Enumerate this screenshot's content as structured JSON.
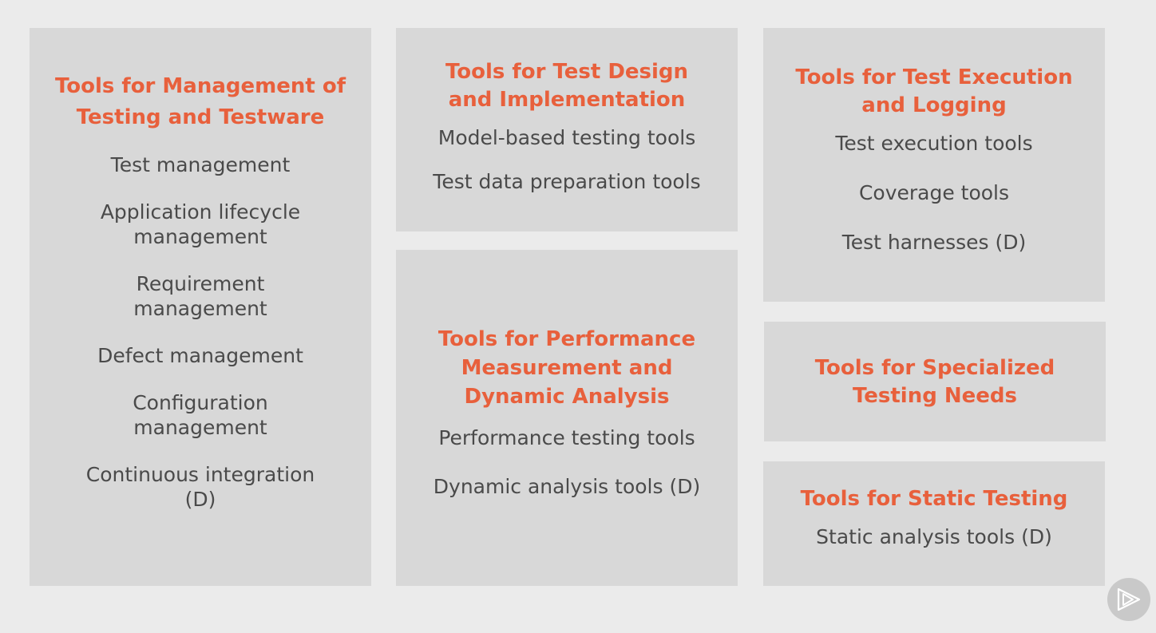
{
  "panels": {
    "management": {
      "title": "Tools for Management of Testing and Testware",
      "items": [
        "Test management",
        "Application lifecycle management",
        "Requirement management",
        "Defect management",
        "Configuration management",
        "Continuous integration (D)"
      ]
    },
    "design": {
      "title": "Tools for Test Design and Implementation",
      "items": [
        "Model-based testing tools",
        "Test data preparation tools"
      ]
    },
    "performance": {
      "title": "Tools for Performance Measurement and Dynamic Analysis",
      "items": [
        "Performance testing tools",
        "Dynamic analysis tools (D)"
      ]
    },
    "execution": {
      "title": "Tools for Test Execution and Logging",
      "items": [
        "Test execution tools",
        "Coverage tools",
        "Test harnesses (D)"
      ]
    },
    "specialized": {
      "title": "Tools for Specialized Testing Needs"
    },
    "static": {
      "title": "Tools for Static Testing",
      "items": [
        "Static analysis tools (D)"
      ]
    }
  },
  "colors": {
    "background": "#ebebeb",
    "panel": "#d8d8d8",
    "title": "#e8603c",
    "text": "#4a4a4a"
  },
  "icons": {
    "logo": "play-logo-icon"
  }
}
